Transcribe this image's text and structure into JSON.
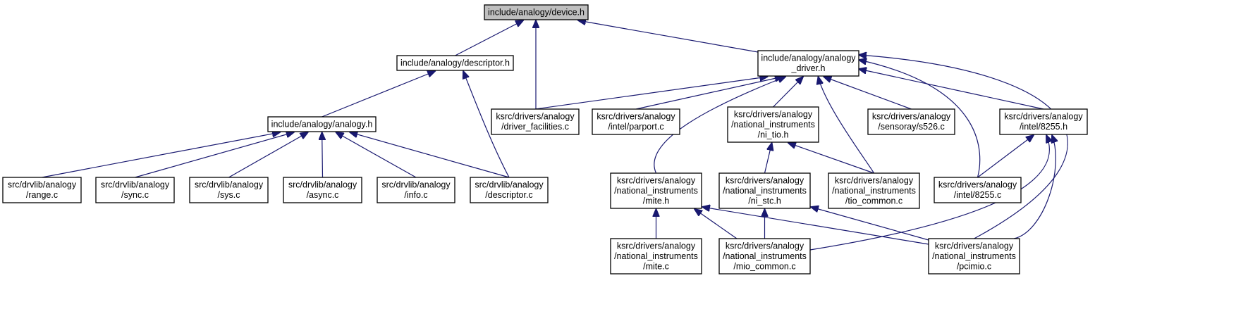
{
  "graph": {
    "description_colors": {
      "edge": "#191970",
      "focus_fill": "#bfbfbf",
      "node_fill": "#ffffff"
    },
    "nodes": [
      {
        "id": "device_h",
        "lines": [
          "include/analogy/device.h"
        ],
        "focus": true
      },
      {
        "id": "descriptor_h",
        "lines": [
          "include/analogy/descriptor.h"
        ]
      },
      {
        "id": "analogy_driver_h",
        "lines": [
          "include/analogy/analogy",
          "_driver.h"
        ]
      },
      {
        "id": "analogy_h",
        "lines": [
          "include/analogy/analogy.h"
        ]
      },
      {
        "id": "driver_facilities_c",
        "lines": [
          "ksrc/drivers/analogy",
          "/driver_facilities.c"
        ]
      },
      {
        "id": "parport_c",
        "lines": [
          "ksrc/drivers/analogy",
          "/intel/parport.c"
        ]
      },
      {
        "id": "ni_tio_h",
        "lines": [
          "ksrc/drivers/analogy",
          "/national_instruments",
          "/ni_tio.h"
        ]
      },
      {
        "id": "s526_c",
        "lines": [
          "ksrc/drivers/analogy",
          "/sensoray/s526.c"
        ]
      },
      {
        "id": "intel_8255_h",
        "lines": [
          "ksrc/drivers/analogy",
          "/intel/8255.h"
        ]
      },
      {
        "id": "range_c",
        "lines": [
          "src/drvlib/analogy",
          "/range.c"
        ]
      },
      {
        "id": "sync_c",
        "lines": [
          "src/drvlib/analogy",
          "/sync.c"
        ]
      },
      {
        "id": "sys_c",
        "lines": [
          "src/drvlib/analogy",
          "/sys.c"
        ]
      },
      {
        "id": "async_c",
        "lines": [
          "src/drvlib/analogy",
          "/async.c"
        ]
      },
      {
        "id": "info_c",
        "lines": [
          "src/drvlib/analogy",
          "/info.c"
        ]
      },
      {
        "id": "descriptor_c",
        "lines": [
          "src/drvlib/analogy",
          "/descriptor.c"
        ]
      },
      {
        "id": "mite_h",
        "lines": [
          "ksrc/drivers/analogy",
          "/national_instruments",
          "/mite.h"
        ]
      },
      {
        "id": "ni_stc_h",
        "lines": [
          "ksrc/drivers/analogy",
          "/national_instruments",
          "/ni_stc.h"
        ]
      },
      {
        "id": "tio_common_c",
        "lines": [
          "ksrc/drivers/analogy",
          "/national_instruments",
          "/tio_common.c"
        ]
      },
      {
        "id": "intel_8255_c",
        "lines": [
          "ksrc/drivers/analogy",
          "/intel/8255.c"
        ]
      },
      {
        "id": "mite_c",
        "lines": [
          "ksrc/drivers/analogy",
          "/national_instruments",
          "/mite.c"
        ]
      },
      {
        "id": "mio_common_c",
        "lines": [
          "ksrc/drivers/analogy",
          "/national_instruments",
          "/mio_common.c"
        ]
      },
      {
        "id": "pcimio_c",
        "lines": [
          "ksrc/drivers/analogy",
          "/national_instruments",
          "/pcimio.c"
        ]
      }
    ],
    "edges": [
      {
        "from": "descriptor_h",
        "to": "device_h"
      },
      {
        "from": "driver_facilities_c",
        "to": "device_h"
      },
      {
        "from": "analogy_driver_h",
        "to": "device_h"
      },
      {
        "from": "analogy_h",
        "to": "descriptor_h"
      },
      {
        "from": "descriptor_c",
        "to": "descriptor_h"
      },
      {
        "from": "range_c",
        "to": "analogy_h"
      },
      {
        "from": "sync_c",
        "to": "analogy_h"
      },
      {
        "from": "sys_c",
        "to": "analogy_h"
      },
      {
        "from": "async_c",
        "to": "analogy_h"
      },
      {
        "from": "info_c",
        "to": "analogy_h"
      },
      {
        "from": "descriptor_c",
        "to": "analogy_h"
      },
      {
        "from": "driver_facilities_c",
        "to": "analogy_driver_h"
      },
      {
        "from": "parport_c",
        "to": "analogy_driver_h"
      },
      {
        "from": "mite_h",
        "to": "analogy_driver_h"
      },
      {
        "from": "ni_tio_h",
        "to": "analogy_driver_h"
      },
      {
        "from": "tio_common_c",
        "to": "analogy_driver_h"
      },
      {
        "from": "s526_c",
        "to": "analogy_driver_h"
      },
      {
        "from": "intel_8255_h",
        "to": "analogy_driver_h"
      },
      {
        "from": "intel_8255_c",
        "to": "analogy_driver_h"
      },
      {
        "from": "pcimio_c",
        "to": "analogy_driver_h"
      },
      {
        "from": "ni_stc_h",
        "to": "ni_tio_h"
      },
      {
        "from": "tio_common_c",
        "to": "ni_tio_h"
      },
      {
        "from": "intel_8255_c",
        "to": "intel_8255_h"
      },
      {
        "from": "mio_common_c",
        "to": "intel_8255_h"
      },
      {
        "from": "pcimio_c",
        "to": "intel_8255_h"
      },
      {
        "from": "mite_c",
        "to": "mite_h"
      },
      {
        "from": "mio_common_c",
        "to": "mite_h"
      },
      {
        "from": "pcimio_c",
        "to": "mite_h"
      },
      {
        "from": "mio_common_c",
        "to": "ni_stc_h"
      },
      {
        "from": "pcimio_c",
        "to": "ni_stc_h"
      }
    ]
  }
}
